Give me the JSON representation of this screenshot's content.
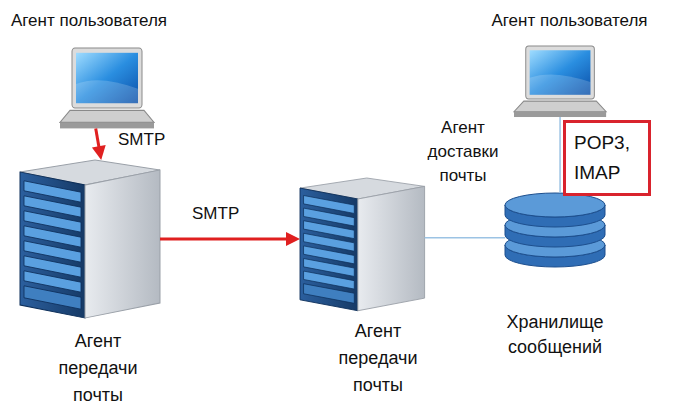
{
  "diagram": {
    "nodes": [
      {
        "text": [
          "Агент пользователя"
        ]
      },
      {
        "text": [
          "Агент передачи почты"
        ]
      },
      {
        "text": [
          "Агент передачи почты"
        ]
      },
      {
        "text": [
          "Агент пользователя"
        ]
      },
      {
        "text": [
          "POP3, IMAP"
        ]
      },
      {
        "text": [
          "Хранилище сообщений"
        ]
      }
    ],
    "edges": [
      {
        "from": 0,
        "to": 1,
        "label": "SMTP",
        "arrow": "to"
      },
      {
        "from": 1,
        "to": 2,
        "label": "SMTP",
        "arrow": "to"
      },
      {
        "from": 2,
        "to": 5,
        "label": "Агент доставки почты",
        "arrow": "none"
      },
      {
        "from": 3,
        "to": 5,
        "arrow": "none"
      }
    ]
  }
}
